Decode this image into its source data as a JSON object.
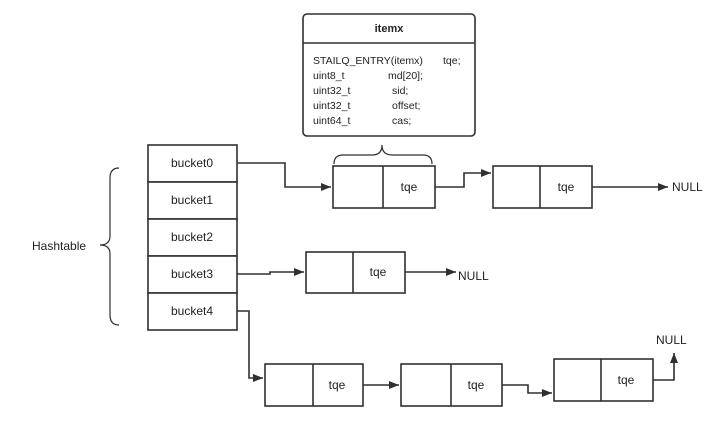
{
  "hashtable": {
    "label": "Hashtable",
    "buckets": [
      "bucket0",
      "bucket1",
      "bucket2",
      "bucket3",
      "bucket4"
    ]
  },
  "node_field": "tqe",
  "null_label": "NULL",
  "item_struct": {
    "title": "itemx",
    "fields": [
      {
        "type": "STAILQ_ENTRY(itemx)",
        "name": "tqe;"
      },
      {
        "type": "uint8_t",
        "name": "md[20];"
      },
      {
        "type": "uint32_t",
        "name": "sid;"
      },
      {
        "type": "uint32_t",
        "name": "offset;"
      },
      {
        "type": "uint64_t",
        "name": "cas;"
      }
    ]
  },
  "colors": {
    "stroke": "#303030",
    "text": "#222222",
    "background": "#ffffff"
  }
}
